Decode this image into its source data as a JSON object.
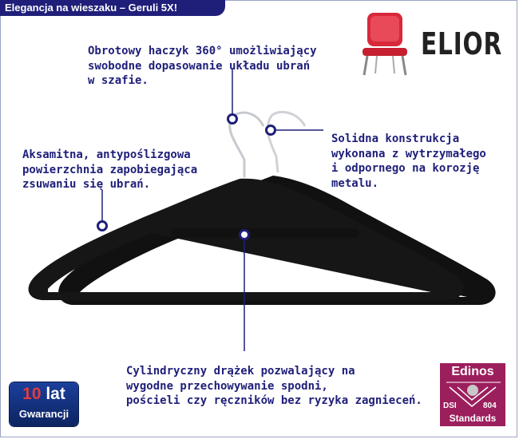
{
  "title": "Elegancja na wieszaku – Geruli 5X!",
  "features": {
    "hook": "Obrotowy haczyk 360° umożliwiający\nswobodne dopasowanie układu ubrań\nw szafie.",
    "construction": "Solidna konstrukcja\nwykonana z wytrzymałego\ni odpornego na korozję\nmetalu.",
    "surface": "Aksamitna, antypoślizgowa\npowierzchnia zapobiegająca\nzsuwaniu się ubrań.",
    "bar": "Cylindryczny drążek pozwalający na\nwygodne przechowywanie spodni,\npościeli czy ręczników bez ryzyka zagnieceń."
  },
  "logo": {
    "text": "ELIOR",
    "icon": "red-chair-icon"
  },
  "warranty": {
    "number": "10",
    "unit": "lat",
    "label": "Gwarancji"
  },
  "edinos": {
    "name": "Edinos",
    "code_left": "DSI",
    "code_right": "804",
    "standards": "Standards"
  },
  "colors": {
    "accent": "#1f1f7a",
    "brand_red": "#d8283a",
    "edinos": "#9c1f5d",
    "hanger": "#111111"
  }
}
